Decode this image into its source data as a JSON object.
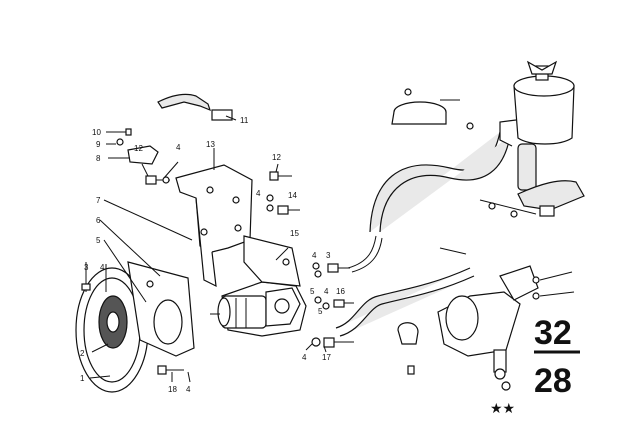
{
  "diagram": {
    "callouts": [
      "1",
      "2",
      "3",
      "4",
      "5",
      "6",
      "7",
      "8",
      "9",
      "10",
      "11",
      "12",
      "13",
      "14",
      "15",
      "16",
      "17",
      "18"
    ],
    "callout_repeats": {
      "four": "4",
      "twelve": "12",
      "three": "3",
      "five": "5"
    },
    "group_number": {
      "top": "32",
      "bottom": "28"
    },
    "stars": "★★"
  }
}
